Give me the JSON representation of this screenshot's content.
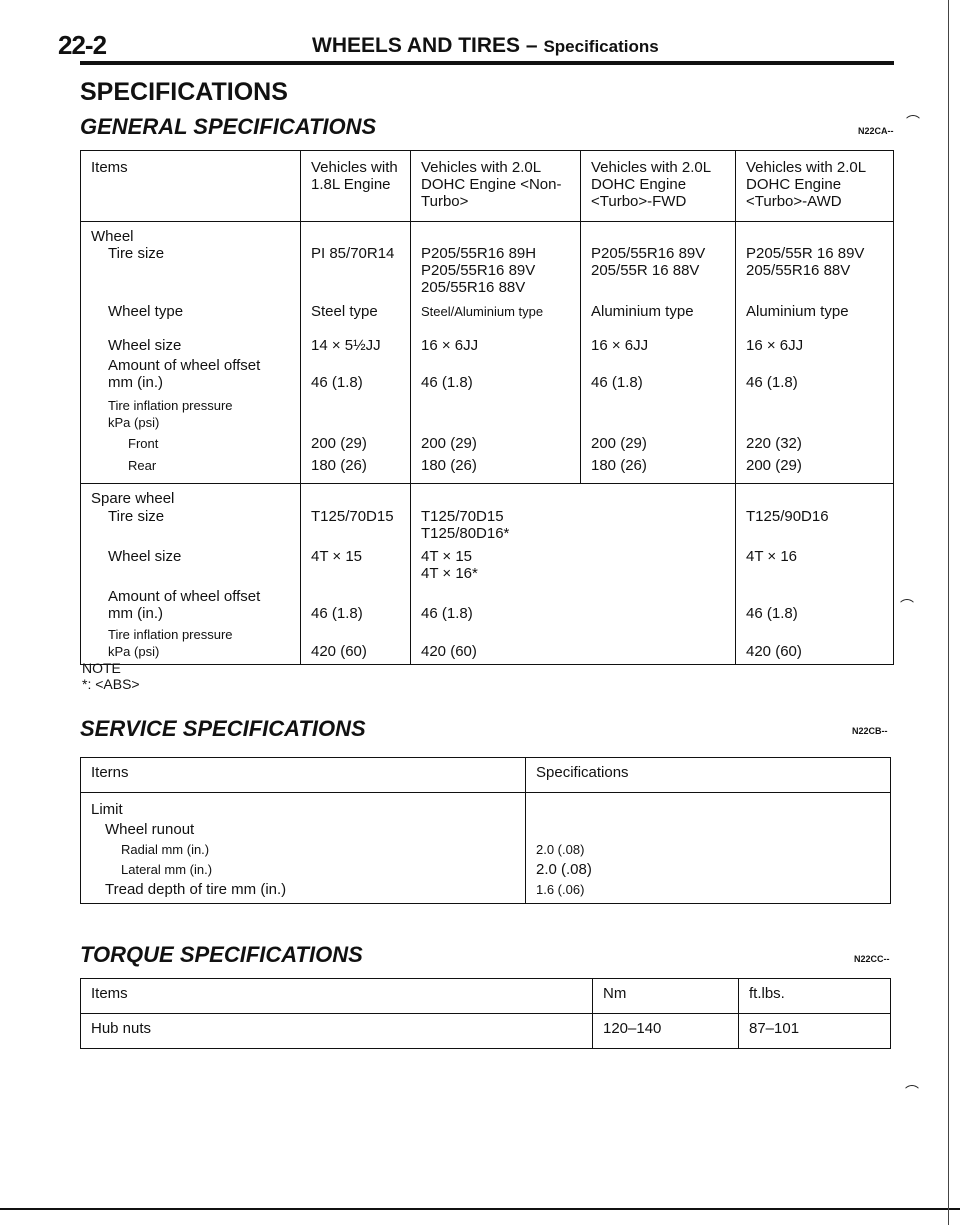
{
  "header": {
    "page_number": "22-2",
    "title": "WHEELS AND TIRES",
    "dash": "–",
    "subtitle": "Specifications"
  },
  "main_title": "SPECIFICATIONS",
  "general": {
    "title": "GENERAL SPECIFICATIONS",
    "code": "N22CA--",
    "columns": [
      "Items",
      "Vehicles with 1.8L Engine",
      "Vehicles with 2.0L DOHC Engine <Non-Turbo>",
      "Vehicles with 2.0L DOHC Engine <Turbo>-FWD",
      "Vehicles with 2.0L DOHC Engine <Turbo>-AWD"
    ],
    "rows": [
      {
        "item": "Wheel",
        "c1": "",
        "c2": "",
        "c3": "",
        "c4": ""
      },
      {
        "item": "Tire size",
        "c1": "PI 85/70R14",
        "c2": "P205/55R16 89H\nP205/55R16 89V\n205/55R16 88V",
        "c3": "P205/55R16 89V\n205/55R 16 88V",
        "c4": "P205/55R 16 89V\n205/55R16 88V"
      },
      {
        "item": "Wheel type",
        "c1": "Steel type",
        "c2": "Steel/Aluminium type",
        "c3": "Aluminium type",
        "c4": "Aluminium type"
      },
      {
        "item": "Wheel size",
        "c1": "14 × 5½JJ",
        "c2": "16 × 6JJ",
        "c3": "16 × 6JJ",
        "c4": "16 × 6JJ"
      },
      {
        "item": "Amount of wheel offset\nmm (in.)",
        "c1": "46 (1.8)",
        "c2": "46 (1.8)",
        "c3": "46 (1.8)",
        "c4": "46 (1.8)"
      },
      {
        "item": "Tire inflation pressure\nkPa (psi)",
        "c1": "",
        "c2": "",
        "c3": "",
        "c4": ""
      },
      {
        "item": "Front",
        "c1": "200 (29)",
        "c2": "200 (29)",
        "c3": "200 (29)",
        "c4": "220 (32)"
      },
      {
        "item": "Rear",
        "c1": "180 (26)",
        "c2": "180 (26)",
        "c3": "180 (26)",
        "c4": "200 (29)"
      }
    ],
    "spare_rows": [
      {
        "item": "Spare wheel",
        "c1": "",
        "c2": "",
        "c4": ""
      },
      {
        "item": "Tire size",
        "c1": "T125/70D15",
        "c2": "T125/70D15\nT125/80D16*",
        "c4": "T125/90D16"
      },
      {
        "item": "Wheel size",
        "c1": "4T × 15",
        "c2": "4T × 15\n4T × 16*",
        "c4": "4T × 16"
      },
      {
        "item": "Amount of wheel offset\nmm (in.)",
        "c1": "46 (1.8)",
        "c2": "46 (1.8)",
        "c4": "46 (1.8)"
      },
      {
        "item": "Tire inflation pressure\nkPa (psi)",
        "c1": "420 (60)",
        "c2": "420 (60)",
        "c4": "420 (60)"
      }
    ],
    "note_label": "NOTE",
    "note_text": "*: <ABS>"
  },
  "service": {
    "title": "SERVICE SPECIFICATIONS",
    "code": "N22CB--",
    "col_items": "Iterns",
    "col_specs": "Specifications",
    "rows": [
      {
        "item": "Limit",
        "value": ""
      },
      {
        "item": "Wheel runout",
        "value": ""
      },
      {
        "item": "Radial mm (in.)",
        "value": "2.0 (.08)"
      },
      {
        "item": "Lateral mm (in.)",
        "value": "2.0 (.08)"
      },
      {
        "item": "Tread depth of tire mm (in.)",
        "value": "1.6 (.06)"
      }
    ]
  },
  "torque": {
    "title": "TORQUE SPECIFICATIONS",
    "code": "N22CC--",
    "columns": [
      "Items",
      "Nm",
      "ft.lbs."
    ],
    "rows": [
      {
        "item": "Hub nuts",
        "nm": "120–140",
        "ftlbs": "87–101"
      }
    ]
  }
}
